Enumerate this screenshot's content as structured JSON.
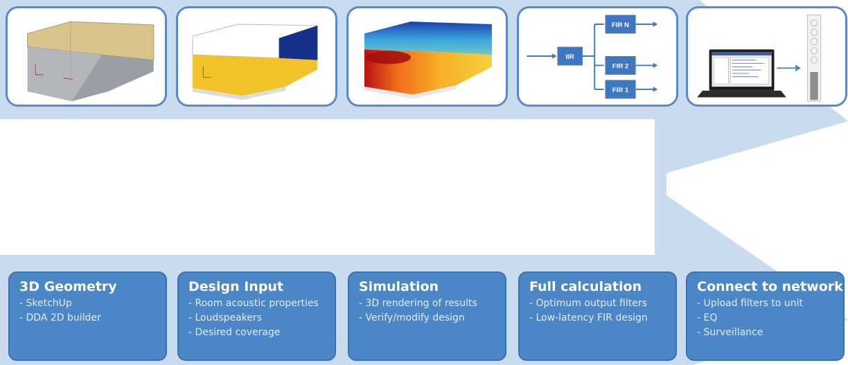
{
  "steps": [
    {
      "icon": "room-geometry-icon",
      "title": "3D Geometry",
      "lines": [
        "- SketchUp",
        "- DDA 2D builder"
      ]
    },
    {
      "icon": "room-loudspeaker-icon",
      "title": "Design Input",
      "lines": [
        "- Room acoustic properties",
        "- Loudspeakers",
        "- Desired coverage"
      ]
    },
    {
      "icon": "sound-heatmap-icon",
      "title": "Simulation",
      "lines": [
        "- 3D rendering of results",
        "- Verify/modify design"
      ]
    },
    {
      "icon": "filter-chain-icon",
      "title": "Full calculation",
      "lines": [
        "- Optimum output filters",
        "- Low-latency FIR design"
      ]
    },
    {
      "icon": "laptop-column-speaker-icon",
      "title": "Connect to network",
      "lines": [
        "- Upload filters to unit",
        "- EQ",
        "- Surveillance"
      ]
    }
  ],
  "filter_diagram": {
    "input": "IIR",
    "outputs": [
      "FIR N",
      "FIR 2",
      "FIR 1"
    ]
  },
  "colors": {
    "flow_arrow": "#c9dbee",
    "card_fill": "#4b86c6",
    "thumb_border": "#5b88c6",
    "filter_box": "#3f78c0"
  }
}
